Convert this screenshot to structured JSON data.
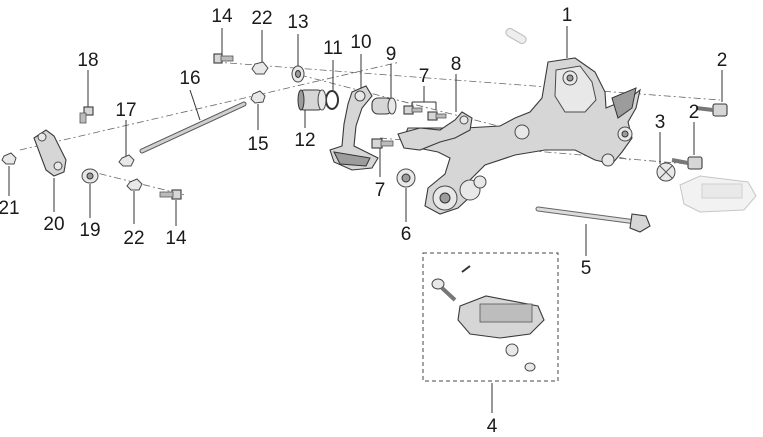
{
  "diagram": {
    "callouts": [
      {
        "id": "c1",
        "label": "1"
      },
      {
        "id": "c2a",
        "label": "2"
      },
      {
        "id": "c2b",
        "label": "2"
      },
      {
        "id": "c3",
        "label": "3"
      },
      {
        "id": "c4",
        "label": "4"
      },
      {
        "id": "c5",
        "label": "5"
      },
      {
        "id": "c6",
        "label": "6"
      },
      {
        "id": "c7a",
        "label": "7"
      },
      {
        "id": "c7b",
        "label": "7"
      },
      {
        "id": "c8",
        "label": "8"
      },
      {
        "id": "c9",
        "label": "9"
      },
      {
        "id": "c10",
        "label": "10"
      },
      {
        "id": "c11",
        "label": "11"
      },
      {
        "id": "c12",
        "label": "12"
      },
      {
        "id": "c13",
        "label": "13"
      },
      {
        "id": "c14a",
        "label": "14"
      },
      {
        "id": "c14b",
        "label": "14"
      },
      {
        "id": "c15",
        "label": "15"
      },
      {
        "id": "c16",
        "label": "16"
      },
      {
        "id": "c17",
        "label": "17"
      },
      {
        "id": "c18",
        "label": "18"
      },
      {
        "id": "c19",
        "label": "19"
      },
      {
        "id": "c20",
        "label": "20"
      },
      {
        "id": "c21",
        "label": "21"
      },
      {
        "id": "c22a",
        "label": "22"
      },
      {
        "id": "c22b",
        "label": "22"
      }
    ]
  }
}
